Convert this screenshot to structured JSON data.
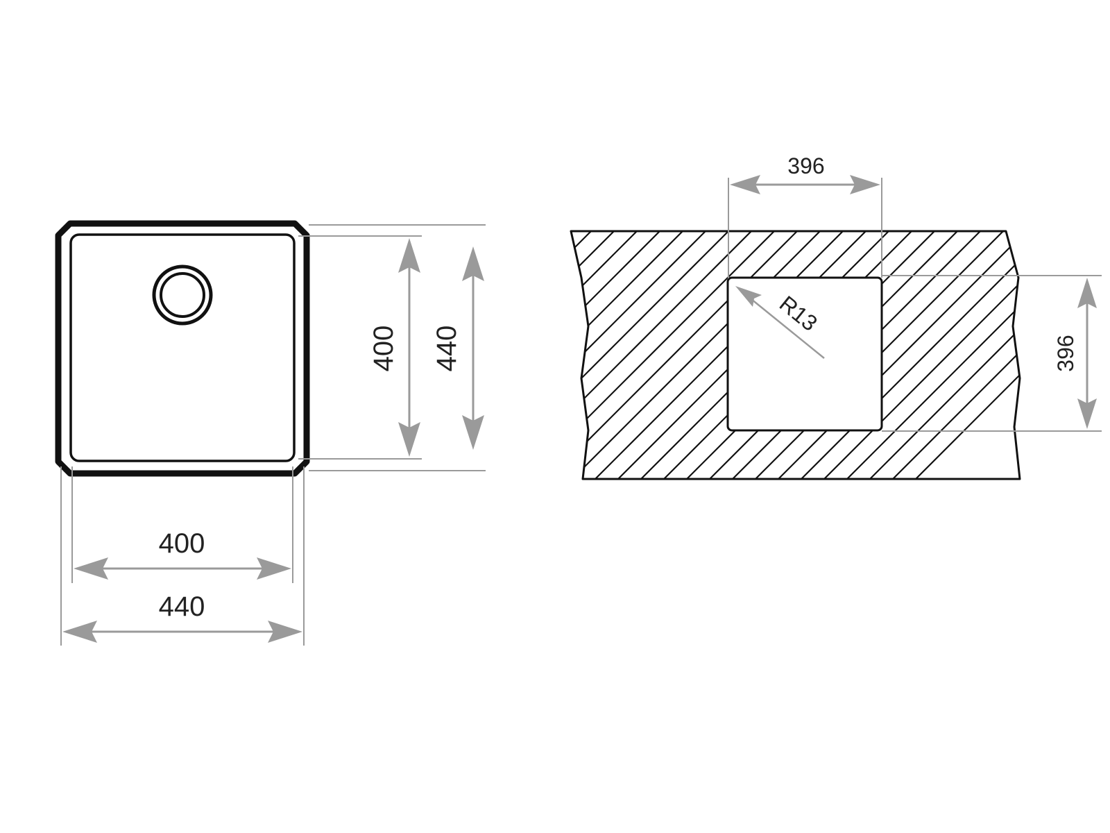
{
  "sink_top_view": {
    "inner_width_label": "400",
    "outer_width_label": "440",
    "inner_depth_label": "400",
    "outer_depth_label": "440"
  },
  "cutout_view": {
    "width_label": "396",
    "depth_label": "396",
    "corner_radius_label": "R13"
  },
  "colors": {
    "outline": "#111111",
    "dimension": "#9a9a9a",
    "text": "#222222",
    "background": "#ffffff"
  }
}
